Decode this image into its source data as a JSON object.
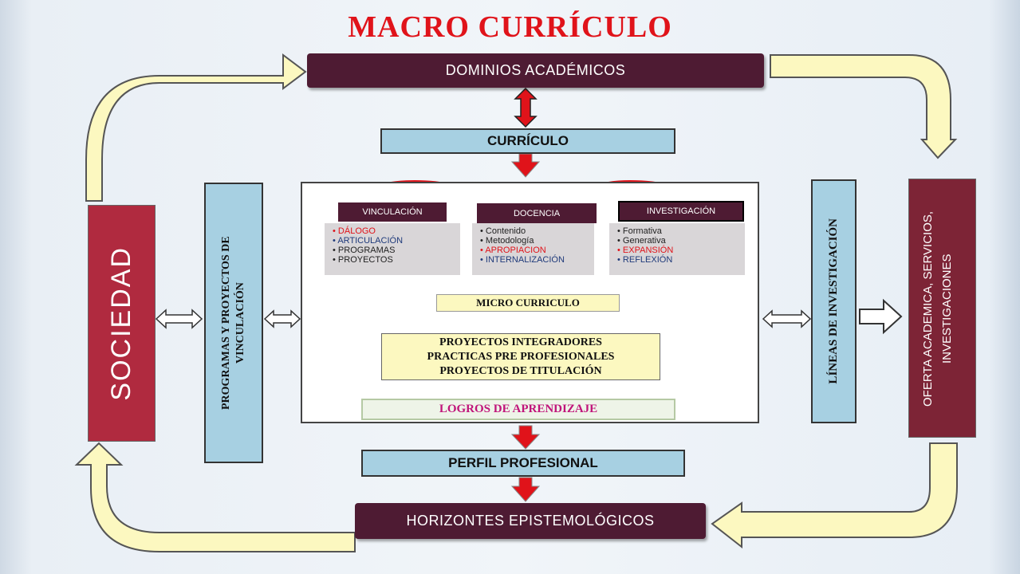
{
  "title": "MACRO CURRÍCULO",
  "nodes": {
    "dominios": "DOMINIOS ACADÉMICOS",
    "curriculo": "CURRÍCULO",
    "sociedad": "SOCIEDAD",
    "programas": "PROGRAMAS Y PROYECTOS DE VINCULACIÓN",
    "lineas": "LÍNEAS DE INVESTIGACIÓN",
    "oferta": "OFERTA ACADEMICA, SERVICIOS, INVESTIGACIONES",
    "perfil": "PERFIL PROFESIONAL",
    "horizontes": "HORIZONTES EPISTEMOLÓGICOS"
  },
  "center": {
    "vinculacion": {
      "label": "VINCULACIÓN",
      "items": [
        "DÁLOGO",
        "ARTICULACIÓN",
        "PROGRAMAS",
        "PROYECTOS"
      ]
    },
    "docencia": {
      "label": "DOCENCIA",
      "items": [
        "Contenido",
        "Metodología",
        "APROPIACION",
        "INTERNALIZACIÓN"
      ]
    },
    "investigacion": {
      "label": "INVESTIGACIÓN",
      "items": [
        "Formativa",
        "Generativa",
        "EXPANSIÓN",
        "REFLEXIÓN"
      ]
    },
    "micro": "MICRO CURRICULO",
    "proyectos": [
      "PROYECTOS INTEGRADORES",
      "PRACTICAS PRE PROFESIONALES",
      "PROYECTOS DE TITULACIÓN"
    ],
    "logros": "LOGROS DE APRENDIZAJE"
  },
  "colors": {
    "title": "#e0131a",
    "dark_box": "#4e1b33",
    "sociedad": "#b02a3f",
    "oferta": "#7d2436",
    "light_blue": "#a7d0e2",
    "down_arrow": "#e0131a",
    "cycle_arrow": "#fcf8c0"
  }
}
